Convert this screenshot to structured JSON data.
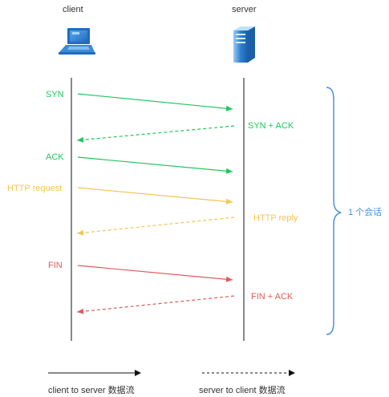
{
  "nodes": {
    "client": {
      "label": "client",
      "icon": "laptop-icon"
    },
    "server": {
      "label": "server",
      "icon": "server-tower-icon"
    }
  },
  "colors": {
    "green": "#22c55e",
    "yellow": "#f5c454",
    "red": "#e15b5b",
    "blue": "#4a90d9",
    "line": "#111111"
  },
  "messages": [
    {
      "label": "SYN",
      "direction": "client-to-server",
      "style": "solid",
      "color": "green"
    },
    {
      "label": "SYN + ACK",
      "direction": "server-to-client",
      "style": "dashed",
      "color": "green"
    },
    {
      "label": "ACK",
      "direction": "client-to-server",
      "style": "solid",
      "color": "green"
    },
    {
      "label": "HTTP request",
      "direction": "client-to-server",
      "style": "solid",
      "color": "yellow"
    },
    {
      "label": "HTTP reply",
      "direction": "server-to-client",
      "style": "dashed",
      "color": "yellow"
    },
    {
      "label": "FIN",
      "direction": "client-to-server",
      "style": "solid",
      "color": "red"
    },
    {
      "label": "FIN + ACK",
      "direction": "server-to-client",
      "style": "dashed",
      "color": "red"
    }
  ],
  "session": {
    "label": "1 个会话"
  },
  "legend": {
    "solid": "client to server 数据流",
    "dashed": "server to client 数据流"
  }
}
